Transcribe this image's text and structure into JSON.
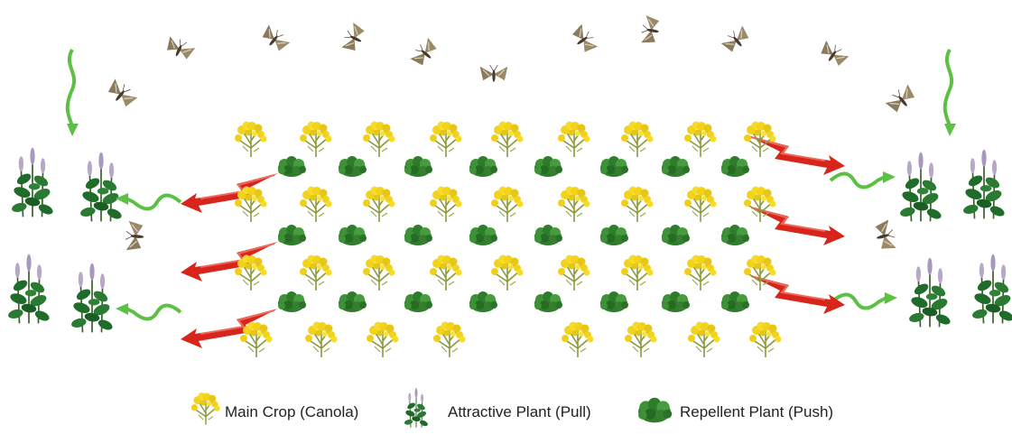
{
  "legend": {
    "main_crop": "Main Crop (Canola)",
    "attractive": "Attractive Plant (Pull)",
    "repellent": "Repellent Plant (Push)"
  },
  "colors": {
    "canola_flower": "#f2d21a",
    "canola_stem": "#8a9a3a",
    "repellent_leaf": "#2f7d2c",
    "attractive_leaf": "#1f6b2a",
    "attractive_flower": "#b7a7c9",
    "push_arrow": "#d8251b",
    "pull_arrow": "#5cc044",
    "moth": "#8a7a5e"
  },
  "icons": {
    "moth": "moth-icon",
    "canola": "canola-icon",
    "repellent": "repellent-plant-icon",
    "attractive": "attractive-plant-icon",
    "push_arrow": "push-arrow-icon",
    "pull_arrow": "pull-arrow-icon"
  }
}
